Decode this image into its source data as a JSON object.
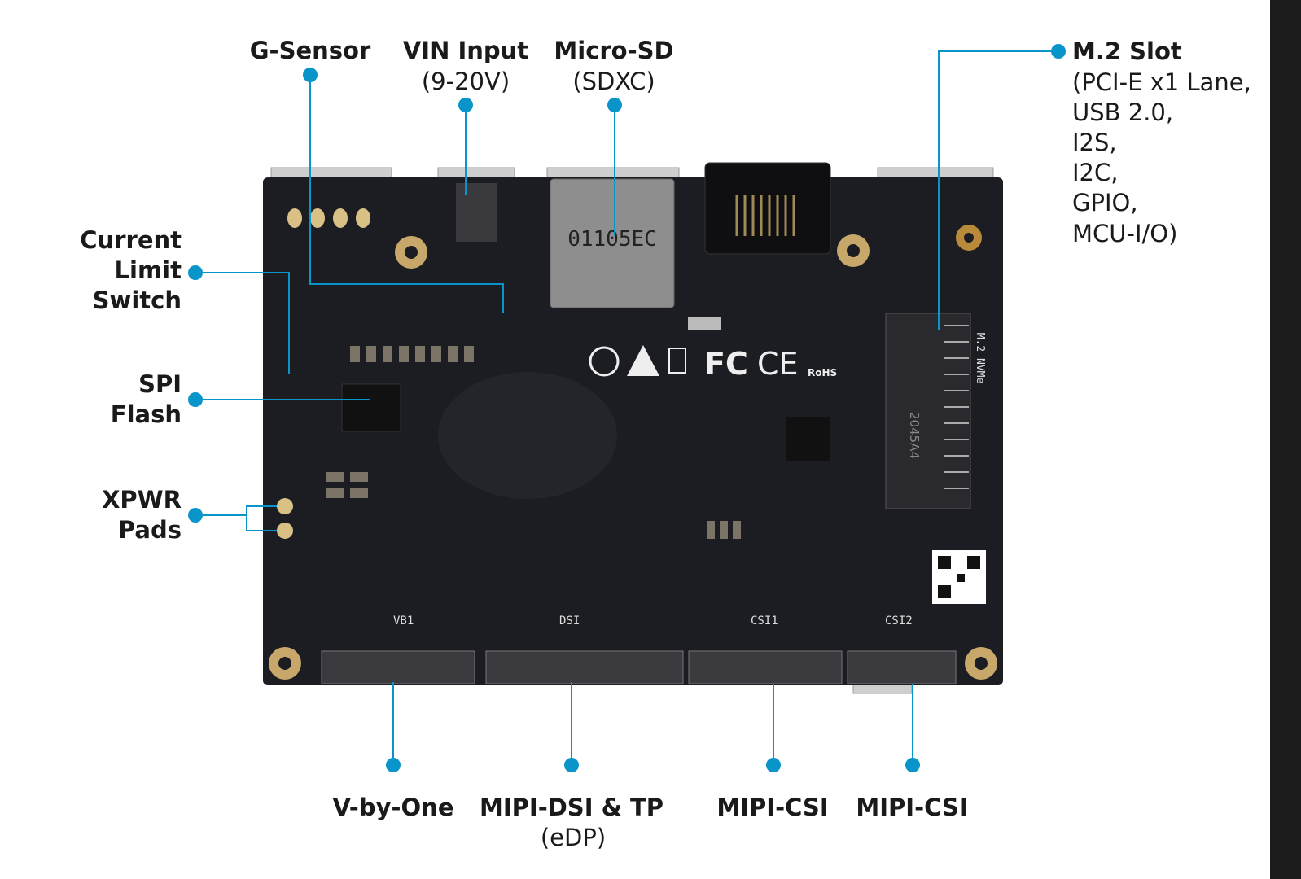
{
  "accent_color": "#0995c9",
  "board_color": "#1c1d22",
  "labels": {
    "g_sensor": "G-Sensor",
    "vin": {
      "title": "VIN Input",
      "sub": "(9-20V)"
    },
    "micro_sd": {
      "title": "Micro-SD",
      "sub": "(SDXC)"
    },
    "m2": {
      "title": "M.2 Slot",
      "lines": [
        "(PCI-E x1 Lane,",
        "USB 2.0,",
        "I2S,",
        "I2C,",
        "GPIO,",
        "MCU-I/O)"
      ]
    },
    "current_limit": [
      "Current",
      "Limit",
      "Switch"
    ],
    "spi_flash": [
      "SPI",
      "Flash"
    ],
    "xpwr": [
      "XPWR",
      "Pads"
    ],
    "vbyone": "V-by-One",
    "mipi_dsi": {
      "title": "MIPI-DSI & TP",
      "sub": "(eDP)"
    },
    "mipi_csi1": "MIPI-CSI",
    "mipi_csi2": "MIPI-CSI"
  },
  "silkscreen": {
    "vb1": "VB1",
    "dsi": "DSI",
    "csi1": "CSI1",
    "csi2": "CSI2",
    "m2_nvme": "M.2 NVMe",
    "sd_mark": "01105EC",
    "m2_code": "2045A4",
    "fc": "FC",
    "ce": "CE",
    "rohs": "RoHS"
  }
}
